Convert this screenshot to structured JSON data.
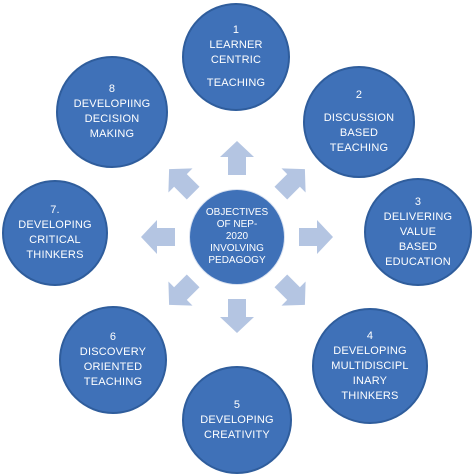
{
  "center": {
    "text": "OBJECTIVES\nOF NEP-\n2020\nINVOLVING\nPEDAGOGY"
  },
  "nodes": [
    {
      "number": "1",
      "text": "LEARNER\nCENTRIC",
      "text2": "TEACHING"
    },
    {
      "number": "2",
      "text": "DISCUSSION\nBASED\nTEACHING"
    },
    {
      "number": "3",
      "text": "DELIVERING\nVALUE\nBASED\nEDUCATION"
    },
    {
      "number": "4",
      "text": "DEVELOPING\nMULTIDISCIPL\nINARY\nTHINKERS"
    },
    {
      "number": "5",
      "text": "DEVELOPING\nCREATIVITY"
    },
    {
      "number": "6",
      "text": "DISCOVERY\nORIENTED\nTEACHING"
    },
    {
      "number": "7.",
      "text": "DEVELOPING\nCRITICAL\nTHINKERS"
    },
    {
      "number": "8",
      "text": "DEVELOPIING\nDECISION\nMAKING"
    }
  ],
  "colors": {
    "node_fill": "#3f71b8",
    "node_border": "#2f5d9c",
    "arrow_fill": "#b4c5e2",
    "background": "#ffffff"
  }
}
